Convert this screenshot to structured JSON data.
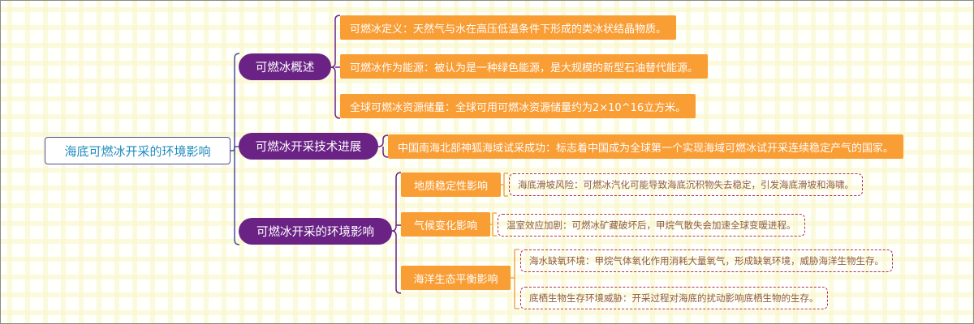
{
  "root": {
    "label": "海底可燃冰开采的环境影响"
  },
  "branches": [
    {
      "label": "可燃冰概述",
      "children": [
        {
          "label": "可燃冰定义：天然气与水在高压低温条件下形成的类冰状结晶物质。"
        },
        {
          "label": "可燃冰作为能源：被认为是一种绿色能源，是大规模的新型石油替代能源。"
        },
        {
          "label": "全球可燃冰资源储量：全球可用可燃冰资源储量约为2×10^16立方米。"
        }
      ]
    },
    {
      "label": "可燃冰开采技术进展",
      "children": [
        {
          "label": "中国南海北部神狐海域试采成功：标志着中国成为全球第一个实现海域可燃冰试开采连续稳定产气的国家。"
        }
      ]
    },
    {
      "label": "可燃冰开采的环境影响",
      "children": [
        {
          "label": "地质稳定性影响",
          "notes": [
            {
              "label": "海底滑坡风险：可燃冰汽化可能导致海底沉积物失去稳定，引发海底滑坡和海啸。"
            }
          ]
        },
        {
          "label": "气候变化影响",
          "notes": [
            {
              "label": "温室效应加剧：可燃冰矿藏破坏后，甲烷气散失会加速全球变暖进程。"
            }
          ]
        },
        {
          "label": "海洋生态平衡影响",
          "notes": [
            {
              "label": "海水缺氧环境：甲烷气体氧化作用消耗大量氧气，形成缺氧环境，威胁海洋生物生存。"
            },
            {
              "label": "底栖生物生存环境威胁：开采过程对海底的扰动影响底栖生物的生存。"
            }
          ]
        }
      ]
    }
  ],
  "colors": {
    "root_border": "#4b4f9a",
    "root_text": "#1f8cbf",
    "branch_fill": "#6a2385",
    "leaf_fill": "#f99d35",
    "note_border": "#b52f55",
    "note_text": "#8f5a46",
    "connector_main": "#4b4f9a",
    "connector_branch": "#6a2385",
    "connector_sub": "#f0a94c"
  }
}
